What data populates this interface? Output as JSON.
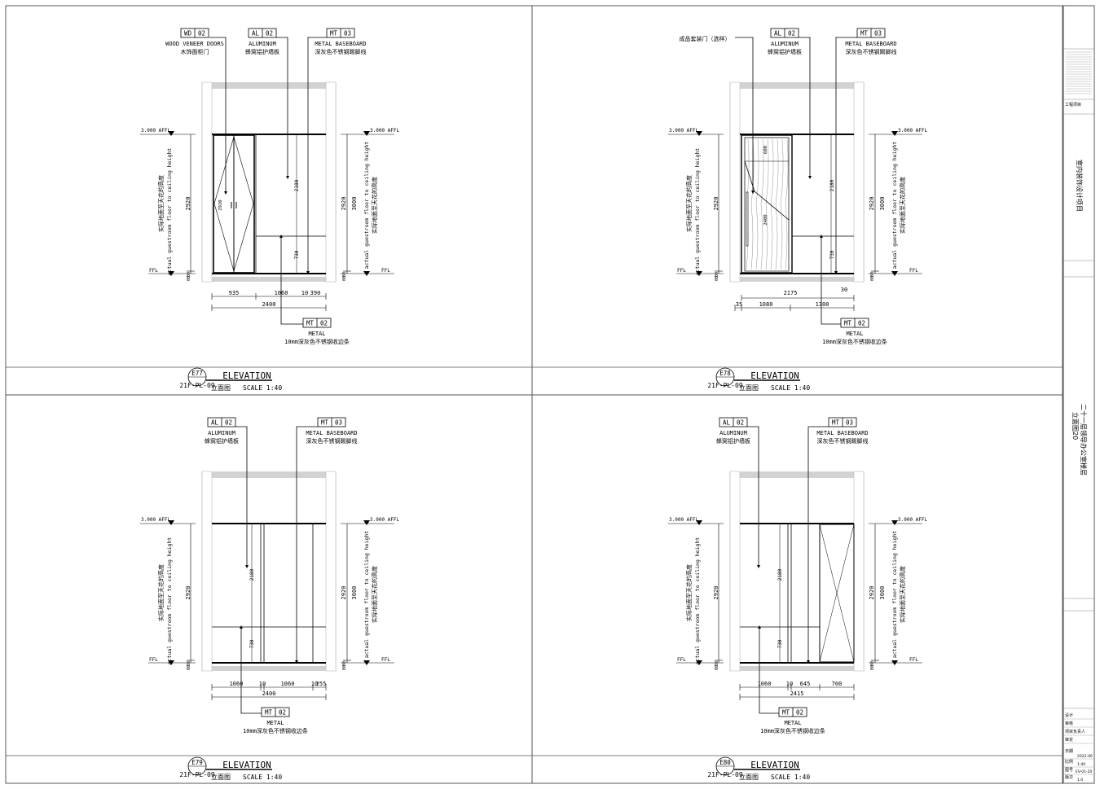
{
  "tags": {
    "wd02": {
      "code": "WD",
      "num": "02",
      "en": "WOOD VENEER DOORS",
      "cn": "木饰面柜门"
    },
    "al02": {
      "code": "AL",
      "num": "02",
      "en": "ALUMINUM",
      "cn": "蜂窝铝护墙板"
    },
    "mt03": {
      "code": "MT",
      "num": "03",
      "en": "METAL BASEBOARD",
      "cn": "深灰色不锈钢踢脚线"
    },
    "mt02": {
      "code": "MT",
      "num": "02",
      "en": "METAL",
      "cn": "10mm深灰色不锈钢收边条"
    },
    "door_cn": "成品套装门（选样）"
  },
  "common": {
    "affl": "3.000 AFFL",
    "ffl": "FFL",
    "height_cn": "实际地面至天花的高度",
    "height_en": "actual guestroom floor to ceiling height",
    "elev_title": "ELEVATION",
    "elev_sub": "立面图",
    "scale": "SCALE 1:40",
    "drawing_ref": "21F-PL-09"
  },
  "dims": {
    "h2920": "2920",
    "h3000": "3000",
    "h2180": "2180",
    "h730": "730",
    "h80": "80",
    "h00": "00",
    "e77": {
      "d1": "935",
      "d2": "1060",
      "d3": "10",
      "d4": "390",
      "total": "2400",
      "door_h": "2920"
    },
    "e78": {
      "d1": "35",
      "d2": "1080",
      "d3": "1300",
      "d4": "2175",
      "d5": "30",
      "door_top": "600",
      "door_h": "2400"
    },
    "e79": {
      "d1": "1060",
      "d2": "10",
      "d3": "1060",
      "d4": "10",
      "d5": "255",
      "total": "2400"
    },
    "e80": {
      "d1": "1060",
      "d2": "10",
      "d3": "645",
      "d4": "700",
      "total": "2415"
    }
  },
  "panels": [
    {
      "id": "E77"
    },
    {
      "id": "E78"
    },
    {
      "id": "E79"
    },
    {
      "id": "E80"
    }
  ],
  "sidebar": {
    "project_label": "工程项目",
    "project_name": "室内装饰设计项目",
    "sheet_title": "二十一层领导办公室楼层",
    "sheet_subtitle": "立面图20",
    "date_label": "日期",
    "date_value": "2022-06",
    "scale_label": "比例",
    "scale_value": "1:40",
    "drawing_no_label": "图号",
    "drawing_no_value": "EV-01-20",
    "version_label": "版次",
    "version_value": "1.0",
    "rows": [
      "设计",
      "审核",
      "项目负责人",
      "审定"
    ]
  },
  "colors": {
    "line": "#000000",
    "ceiling_gray": "#d2d2d2",
    "frame": "#555555"
  }
}
